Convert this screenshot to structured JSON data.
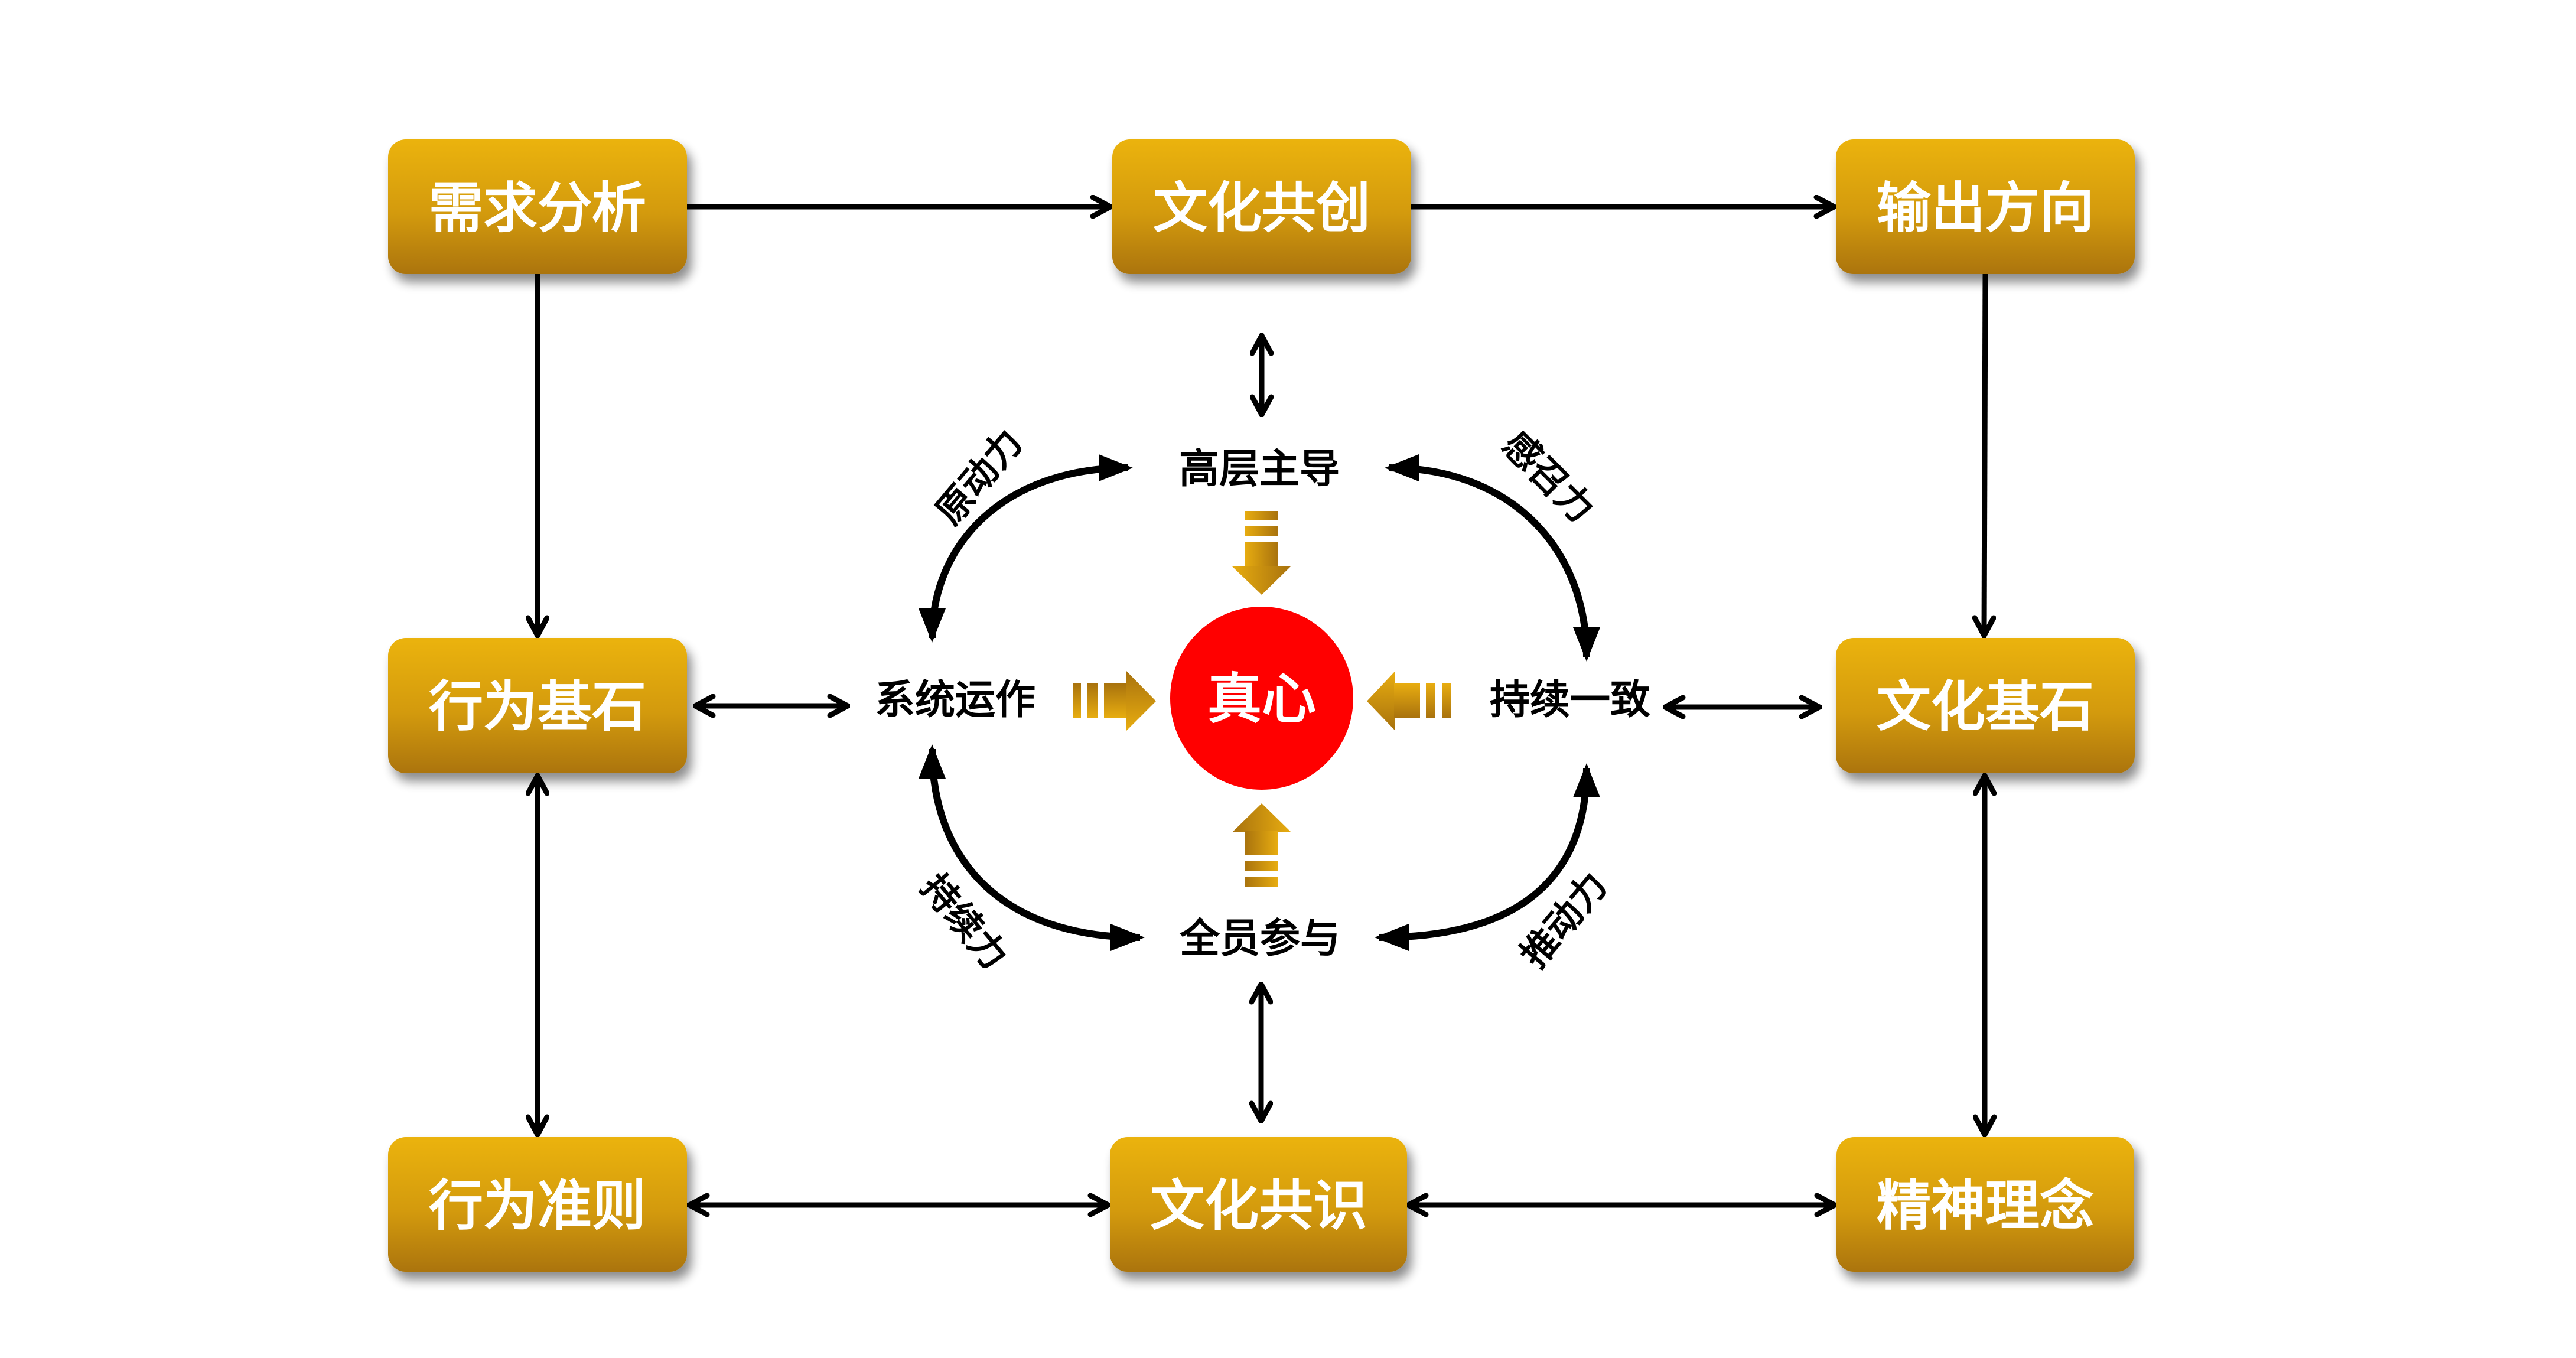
{
  "colors": {
    "box_top": "#ebb30f",
    "box_bottom": "#ab740c",
    "core_fill": "#ff0000",
    "arrow_light": "#e8ad10",
    "arrow_dark": "#a8720e",
    "line": "#000000"
  },
  "boxes": {
    "needs_analysis": "需求分析",
    "culture_cocreation": "文化共创",
    "output_direction": "输出方向",
    "behavior_foundation": "行为基石",
    "culture_foundation": "文化基石",
    "behavior_code": "行为准则",
    "culture_consensus": "文化共识",
    "spirit_philosophy": "精神理念"
  },
  "nodes": {
    "leadership": "高层主导",
    "system_operation": "系统运作",
    "consistency": "持续一致",
    "full_participation": "全员参与"
  },
  "forces": {
    "driving_origin": "原动力",
    "appeal": "感召力",
    "sustaining": "持续力",
    "pushing": "推动力"
  },
  "core": {
    "label": "真心"
  }
}
